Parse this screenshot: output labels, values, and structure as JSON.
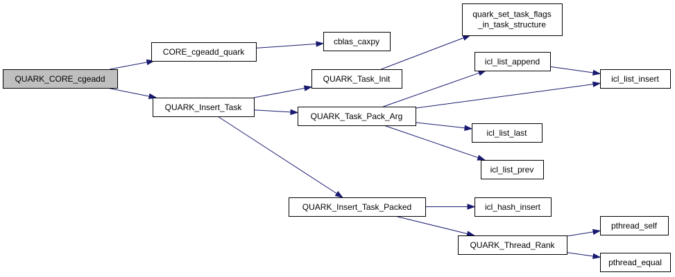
{
  "diagram": {
    "colors": {
      "node_fill": "#ffffff",
      "root_fill": "#bfbfbf",
      "edge": "#191970",
      "border": "#000000"
    },
    "nodes": [
      {
        "id": "n0",
        "label": "QUARK_CORE_cgeadd",
        "root": true
      },
      {
        "id": "n1",
        "label": "CORE_cgeadd_quark"
      },
      {
        "id": "n2",
        "label": "QUARK_Insert_Task"
      },
      {
        "id": "n3",
        "label": "cblas_caxpy"
      },
      {
        "id": "n4",
        "label": "QUARK_Task_Init"
      },
      {
        "id": "n5",
        "label": "QUARK_Task_Pack_Arg"
      },
      {
        "id": "n6",
        "label": "QUARK_Insert_Task_Packed"
      },
      {
        "id": "n7",
        "lines": [
          "quark_set_task_flags",
          "_in_task_structure"
        ]
      },
      {
        "id": "n8",
        "label": "icl_list_append"
      },
      {
        "id": "n9",
        "label": "icl_list_insert"
      },
      {
        "id": "n10",
        "label": "icl_list_last"
      },
      {
        "id": "n11",
        "label": "icl_list_prev"
      },
      {
        "id": "n12",
        "label": "icl_hash_insert"
      },
      {
        "id": "n13",
        "label": "QUARK_Thread_Rank"
      },
      {
        "id": "n14",
        "label": "pthread_self"
      },
      {
        "id": "n15",
        "label": "pthread_equal"
      }
    ],
    "edges": [
      {
        "from": "n0",
        "to": "n1"
      },
      {
        "from": "n0",
        "to": "n2"
      },
      {
        "from": "n1",
        "to": "n3"
      },
      {
        "from": "n2",
        "to": "n4"
      },
      {
        "from": "n2",
        "to": "n5"
      },
      {
        "from": "n2",
        "to": "n6"
      },
      {
        "from": "n4",
        "to": "n7"
      },
      {
        "from": "n5",
        "to": "n8"
      },
      {
        "from": "n5",
        "to": "n9"
      },
      {
        "from": "n5",
        "to": "n10"
      },
      {
        "from": "n5",
        "to": "n11"
      },
      {
        "from": "n8",
        "to": "n9"
      },
      {
        "from": "n6",
        "to": "n12"
      },
      {
        "from": "n6",
        "to": "n13"
      },
      {
        "from": "n13",
        "to": "n14"
      },
      {
        "from": "n13",
        "to": "n15"
      }
    ]
  }
}
